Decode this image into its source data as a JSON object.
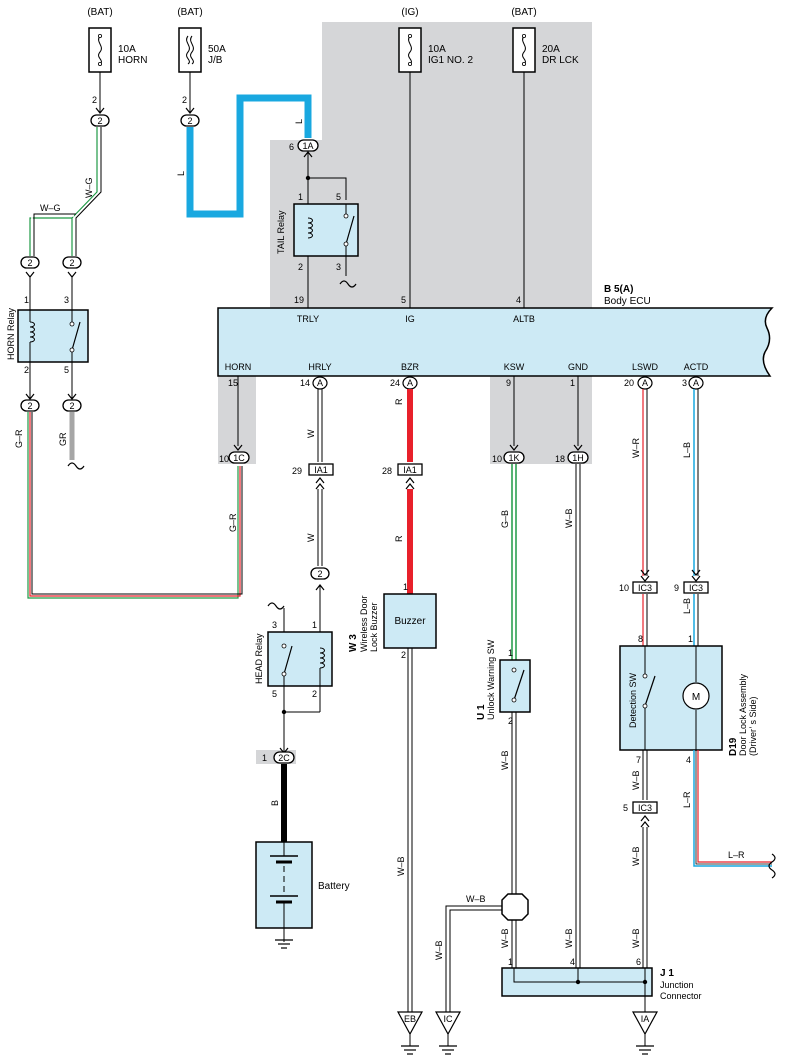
{
  "fuses": {
    "horn": {
      "src": "(BAT)",
      "rating": "10A",
      "name": "HORN",
      "pin": "2"
    },
    "jb": {
      "src": "(BAT)",
      "rating": "50A",
      "name": "J/B",
      "pin": "2"
    },
    "ig1": {
      "src": "(IG)",
      "rating": "10A",
      "name": "IG1 NO. 2"
    },
    "drlck": {
      "src": "(BAT)",
      "rating": "20A",
      "name": "DR LCK"
    }
  },
  "ecu": {
    "code": "B 5(A)",
    "name": "Body ECU",
    "top_pins": [
      {
        "num": "19",
        "label": "TRLY"
      },
      {
        "num": "5",
        "label": "IG"
      },
      {
        "num": "4",
        "label": "ALTB"
      }
    ],
    "bottom_pins": [
      {
        "num": "15",
        "label": "HORN",
        "conn": ""
      },
      {
        "num": "14",
        "label": "HRLY",
        "conn": "A"
      },
      {
        "num": "24",
        "label": "BZR",
        "conn": "A"
      },
      {
        "num": "9",
        "label": "KSW",
        "conn": ""
      },
      {
        "num": "1",
        "label": "GND",
        "conn": ""
      },
      {
        "num": "20",
        "label": "LSWD",
        "conn": "A"
      },
      {
        "num": "3",
        "label": "ACTD",
        "conn": "A"
      }
    ]
  },
  "tail_relay": {
    "label": "TAIL Relay",
    "pins": [
      "1",
      "5",
      "2",
      "3"
    ]
  },
  "horn_relay": {
    "label": "HORN Relay",
    "pins": [
      "1",
      "3",
      "2",
      "5"
    ]
  },
  "head_relay": {
    "label": "HEAD Relay",
    "pins": [
      "3",
      "1",
      "5",
      "2"
    ]
  },
  "connectors": {
    "c2_horn": "2",
    "c2_jb": "2",
    "c1a": "1A",
    "c1a_pin": "6",
    "hr_in1": "2",
    "hr_in3": "2",
    "hr_out2": "2",
    "hr_out5": "2",
    "c1c": "1C",
    "c1c_pin": "10",
    "ia1_a": "IA1",
    "ia1_a_pin": "29",
    "ia1_b": "IA1",
    "ia1_b_pin": "28",
    "c1k": "1K",
    "c1k_pin": "10",
    "c1h": "1H",
    "c1h_pin": "18",
    "ic3_a": "IC3",
    "ic3_a_pin": "10",
    "ic3_b": "IC3",
    "ic3_b_pin": "9",
    "ic3_c": "IC3",
    "ic3_c_pin": "5",
    "c2_head": "2",
    "c2c": "2C",
    "c2c_pin": "1"
  },
  "wires": {
    "wg": "W–G",
    "l": "L",
    "gr_horn": "G–R",
    "gr": "GR",
    "w": "W",
    "r": "R",
    "gb": "G–B",
    "wb": "W–B",
    "wr": "W–R",
    "lb": "L–B",
    "lr": "L–R",
    "b": "B"
  },
  "buzzer": {
    "code": "W 3",
    "name1": "Wireless Door",
    "name2": "Lock Buzzer",
    "label": "Buzzer",
    "pin_top": "1",
    "pin_bot": "2"
  },
  "unlock_sw": {
    "code": "U 1",
    "name": "Unlock Warning SW",
    "pin_top": "1",
    "pin_bot": "2"
  },
  "door_lock": {
    "code": "D19",
    "name1": "Door Lock Assembly",
    "name2": "(Driver’ s Side)",
    "sw_label": "Detection SW",
    "motor": "M",
    "pins": [
      "8",
      "1",
      "7",
      "4"
    ]
  },
  "battery": {
    "label": "Battery"
  },
  "junction": {
    "code": "J 1",
    "name1": "Junction",
    "name2": "Connector",
    "pins": [
      "1",
      "4",
      "6"
    ]
  },
  "grounds": [
    "EB",
    "IC",
    "IA"
  ],
  "colors": {
    "blue": "#19a8e0",
    "red": "#e8202a",
    "green": "#1e9a45",
    "box_fill": "#cdeaf5",
    "shade": "#d5d6d8"
  }
}
